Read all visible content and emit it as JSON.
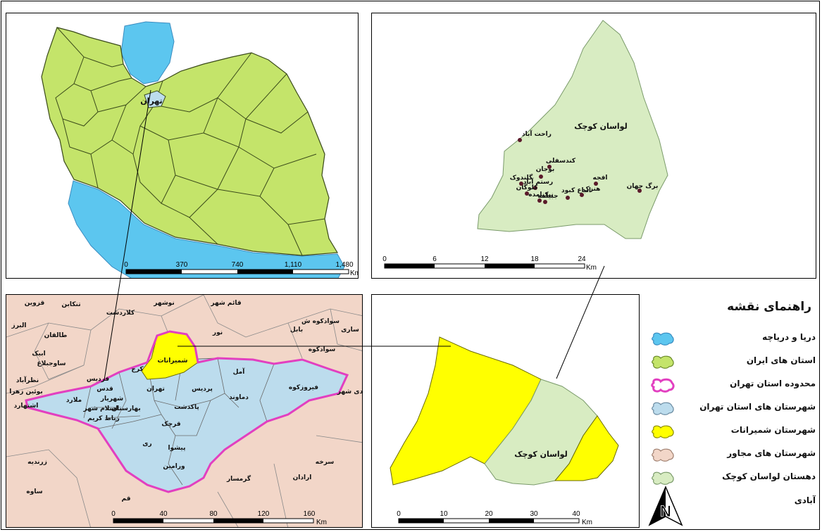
{
  "iran_map": {
    "caspian_color": "#5cc6ef",
    "province_color": "#c4e46a",
    "labels": {
      "tehran": "تهران"
    },
    "scale": {
      "ticks": [
        "0",
        "370",
        "740",
        "1,110",
        "1,480"
      ],
      "unit": "Km"
    }
  },
  "rural_map": {
    "fill_color": "#d8ecc2",
    "district_label": "لواسان کوچک",
    "villages": [
      {
        "name": "راحت آباد"
      },
      {
        "name": "کندسفلی"
      },
      {
        "name": "بوجان"
      },
      {
        "name": "برگ جهان"
      },
      {
        "name": "افجه"
      },
      {
        "name": "اتباع کبود"
      },
      {
        "name": "هنزک"
      },
      {
        "name": "رستم آباد"
      },
      {
        "name": "کلوگان"
      },
      {
        "name": "گلندوک"
      },
      {
        "name": "نیکنامده"
      },
      {
        "name": "جبیلمه"
      }
    ],
    "scale": {
      "ticks": [
        "0",
        "6",
        "12",
        "18",
        "24"
      ],
      "unit": "Km"
    }
  },
  "tehran_map": {
    "neighbor_color": "#f2d6c8",
    "county_color": "#bcdced",
    "boundary_color": "#e23fc0",
    "shemiranat_color": "#ffff00",
    "neighbor_labels": [
      "قزوین",
      "تنکابن",
      "کلاردشت",
      "نوشهر",
      "قائم شهر",
      "البرز",
      "طالقان",
      "ساری",
      "سوادکوه ش",
      "بابل",
      "نور",
      "ابیک",
      "سوادکوه",
      "ساوجبلاغ",
      "کرج",
      "آمل",
      "نظرآباد",
      "بوئین زهرا",
      "اشتهارد",
      "مهدی شهر",
      "زرندیه",
      "سرخه",
      "ساوه",
      "گرمسار",
      "ارادان",
      "قم"
    ],
    "county_labels": [
      "شمیرانات",
      "فردیس",
      "قدس",
      "ملارد",
      "شهریار",
      "اسلام شهر",
      "رباط کریم",
      "بهارستان",
      "تهران",
      "پردیس",
      "دماوند",
      "فیروزکوه",
      "پاکدشت",
      "قرچک",
      "ری",
      "پیشوا",
      "ورامین"
    ],
    "scale": {
      "ticks": [
        "0",
        "40",
        "80",
        "120",
        "160"
      ],
      "unit": "Km"
    }
  },
  "shemiranat_map": {
    "district_label": "لواسان کوچک",
    "scale": {
      "ticks": [
        "0",
        "10",
        "20",
        "30",
        "40"
      ],
      "unit": "Km"
    }
  },
  "legend": {
    "title": "راهنمای نقشه",
    "items": [
      {
        "label": "دریا و دریاچه",
        "color": "#5cc6ef",
        "stroke": "#3a8cc0"
      },
      {
        "label": "استان های ایران",
        "color": "#c4e46a",
        "stroke": "#6a8a2a"
      },
      {
        "label": "محدوده استان تهران",
        "color": "#ffffff",
        "stroke": "#e23fc0"
      },
      {
        "label": "شهرستان های استان تهران",
        "color": "#bcdced",
        "stroke": "#6a8aa0"
      },
      {
        "label": "شهرستان شمیرانات",
        "color": "#ffff00",
        "stroke": "#8a8a00"
      },
      {
        "label": "شهرستان های مجاور",
        "color": "#f2d6c8",
        "stroke": "#a08070"
      },
      {
        "label": "دهستان لواسان کوچک",
        "color": "#d8ecc2",
        "stroke": "#7a9a6a"
      }
    ],
    "settlement": {
      "label": "آبادی",
      "color": "#5a1a2a"
    }
  },
  "north_arrow": {
    "letter": "N"
  }
}
